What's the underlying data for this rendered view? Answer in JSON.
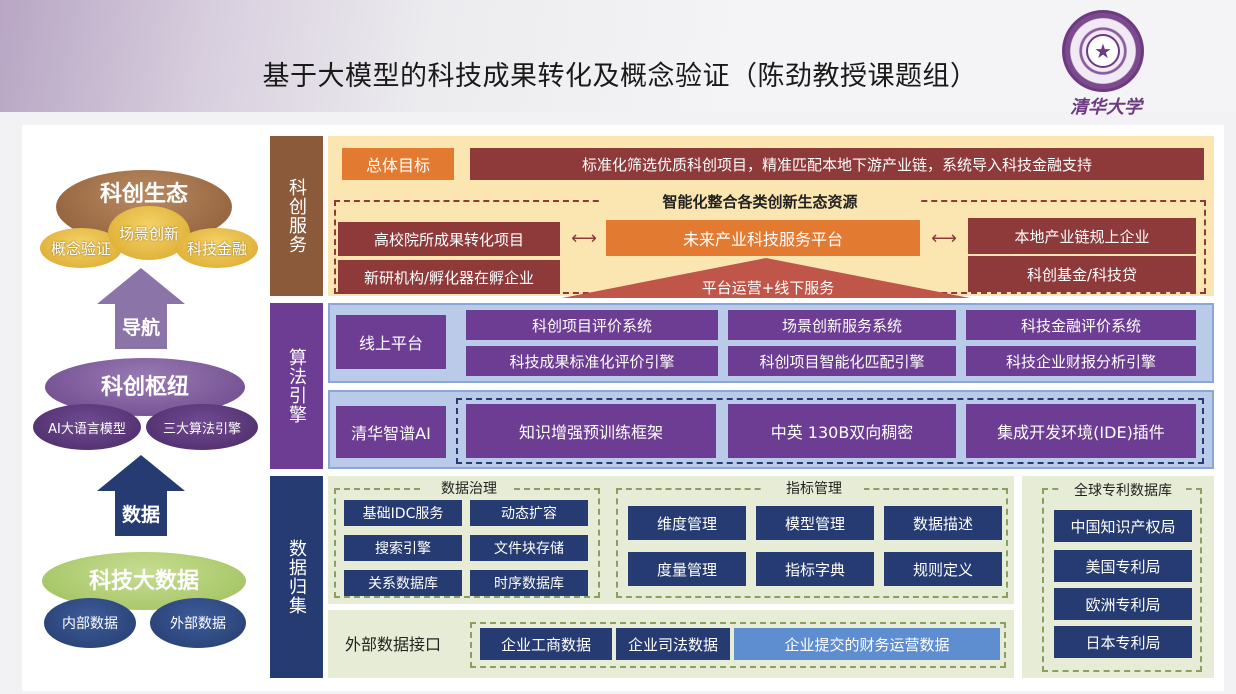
{
  "title": "基于大模型的科技成果转化及概念验证（陈劲教授课题组）",
  "logo_text": "清华大学",
  "left": {
    "ecology": {
      "title": "科创生态",
      "items": [
        "概念验证",
        "场景创新",
        "科技金融"
      ]
    },
    "nav_label": "导航",
    "hub": {
      "title": "科创枢纽",
      "items": [
        "AI大语言模型",
        "三大算法引擎"
      ]
    },
    "data_label": "数据",
    "bigdata": {
      "title": "科技大数据",
      "items": [
        "内部数据",
        "外部数据"
      ]
    }
  },
  "sides": {
    "service": "科创服务",
    "algo": "算法引擎",
    "data": "数据归集"
  },
  "service": {
    "goal_label": "总体目标",
    "goal_text": "标准化筛选优质科创项目，精准匹配本地下游产业链，系统导入科技金融支持",
    "resource_title": "智能化整合各类创新生态资源",
    "left_items": [
      "高校院所成果转化项目",
      "新研机构/孵化器在孵企业"
    ],
    "platform": "未来产业科技服务平台",
    "right_items": [
      "本地产业链规上企业",
      "科创基金/科技贷"
    ],
    "ops": "平台运营+线下服务"
  },
  "algo": {
    "online_label": "线上平台",
    "online_grid": [
      "科创项目评价系统",
      "场景创新服务系统",
      "科技金融评价系统",
      "科技成果标准化评价引擎",
      "科创项目智能化匹配引擎",
      "科技企业财报分析引擎"
    ],
    "ai_label": "清华智谱AI",
    "ai_items": [
      "知识增强预训练框架",
      "中英 130B双向稠密",
      "集成开发环境(IDE)插件"
    ]
  },
  "data": {
    "gov_title": "数据治理",
    "gov_items": [
      "基础IDC服务",
      "动态扩容",
      "搜索引擎",
      "文件块存储",
      "关系数据库",
      "时序数据库"
    ],
    "metric_title": "指标管理",
    "metric_items": [
      "维度管理",
      "模型管理",
      "数据描述",
      "度量管理",
      "指标字典",
      "规则定义"
    ],
    "patent_title": "全球专利数据库",
    "patent_items": [
      "中国知识产权局",
      "美国专利局",
      "欧洲专利局",
      "日本专利局"
    ],
    "ext_label": "外部数据接口",
    "ext_items": [
      "企业工商数据",
      "企业司法数据",
      "企业提交的财务运营数据"
    ]
  }
}
